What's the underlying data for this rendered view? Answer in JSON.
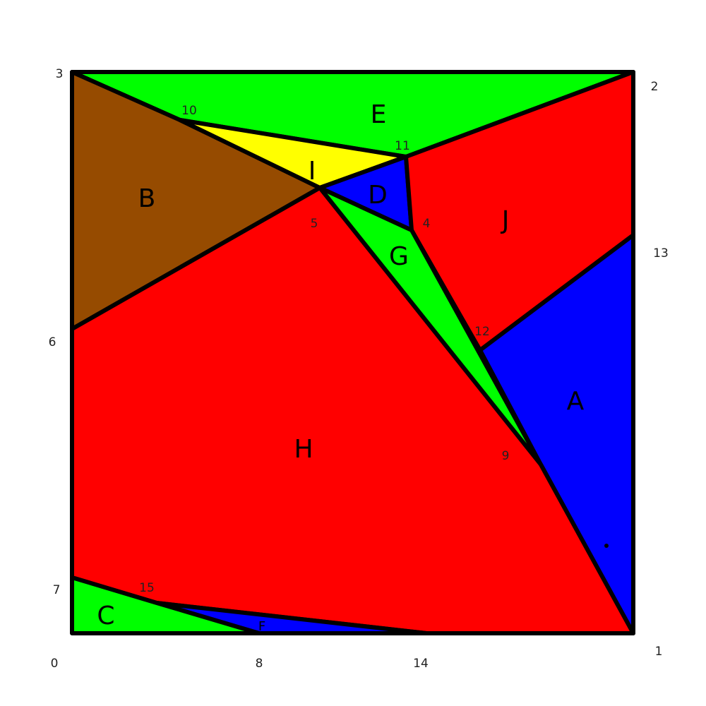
{
  "colors": {
    "red": "#ff0000",
    "green": "#00ff00",
    "blue": "#0000ff",
    "yellow": "#ffff00",
    "brown": "#964b00"
  },
  "regions": [
    {
      "id": "region-a",
      "label": "A",
      "color": "#0000ff"
    },
    {
      "id": "region-b",
      "label": "B",
      "color": "#964b00"
    },
    {
      "id": "region-c",
      "label": "C",
      "color": "#00ff00"
    },
    {
      "id": "region-d",
      "label": "D",
      "color": "#0000ff"
    },
    {
      "id": "region-e",
      "label": "E",
      "color": "#00ff00"
    },
    {
      "id": "region-f",
      "label": "F",
      "color": "#0000ff"
    },
    {
      "id": "region-g",
      "label": "G",
      "color": "#00ff00"
    },
    {
      "id": "region-h",
      "label": "H",
      "color": "#ff0000"
    },
    {
      "id": "region-i",
      "label": "I",
      "color": "#ffff00"
    },
    {
      "id": "region-j",
      "label": "J",
      "color": "#ff0000"
    }
  ],
  "vertex_labels": [
    "0",
    "1",
    "2",
    "3",
    "4",
    "5",
    "6",
    "7",
    "8",
    "9",
    "10",
    "11",
    "12",
    "13",
    "14",
    "15"
  ]
}
